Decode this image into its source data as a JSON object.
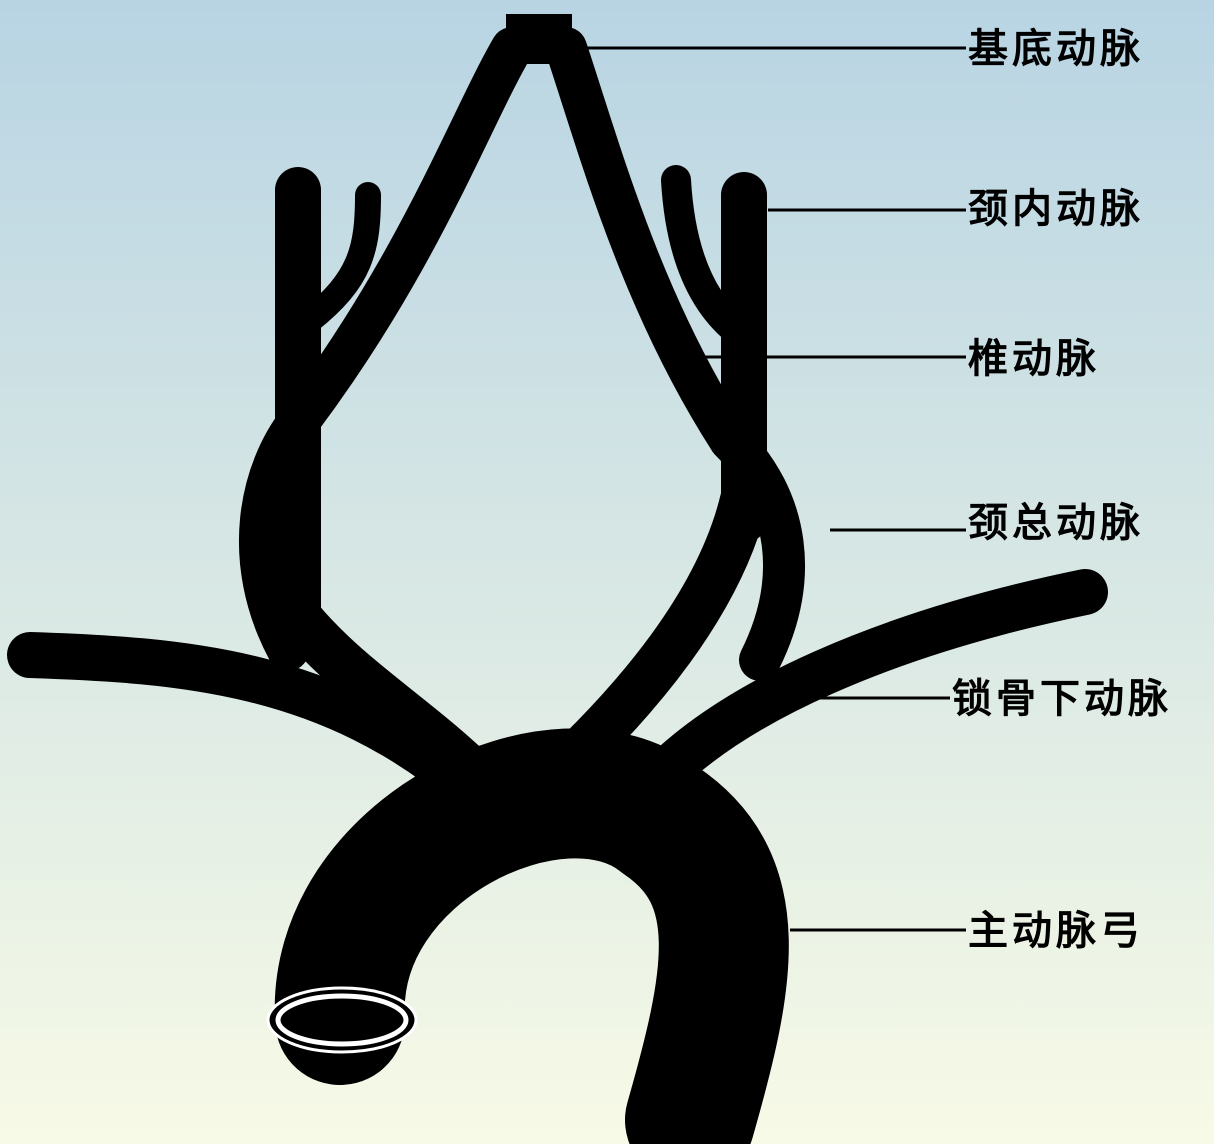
{
  "colors": {
    "background_top": "#b8d4e3",
    "background_bottom": "#f7fae6",
    "vessel": "#000000",
    "text": "#000000",
    "lumen": "#ffffff"
  },
  "labels": {
    "basilar": "基底动脉",
    "internal_carotid": "颈内动脉",
    "vertebral": "椎动脉",
    "common_carotid": "颈总动脉",
    "subclavian": "锁骨下动脉",
    "aortic_arch": "主动脉弓"
  }
}
